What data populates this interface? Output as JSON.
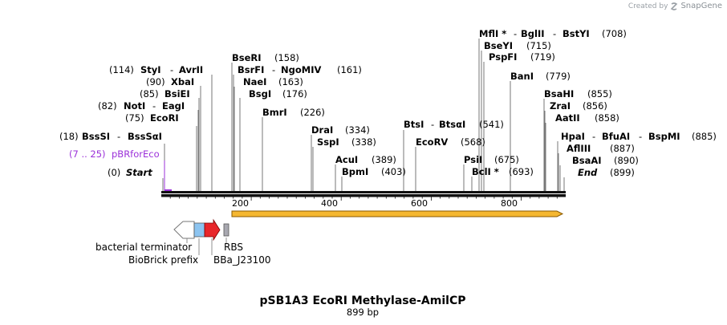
{
  "credit": {
    "prefix": "Created by",
    "brand": "SnapGene"
  },
  "map": {
    "title": "pSB1A3 EcoRI Methylase-AmilCP",
    "subtitle": "899 bp",
    "total_bp": 899,
    "ticks": [
      "200",
      "400",
      "600",
      "800"
    ]
  },
  "enzymes": [
    {
      "label": "Start",
      "pos": "(0)",
      "italic": true
    },
    {
      "label": "BssSI",
      "label2": "BssSαI",
      "pos": "(18)"
    },
    {
      "label": "EcoRI",
      "pos": "(75)"
    },
    {
      "label": "NotI",
      "label2": "EagI",
      "pos": "(82)"
    },
    {
      "label": "BsiEI",
      "pos": "(85)"
    },
    {
      "label": "XbaI",
      "pos": "(90)"
    },
    {
      "label": "StyI",
      "label2": "AvrII",
      "pos": "(114)"
    },
    {
      "label": "BseRI",
      "pos": "(158)"
    },
    {
      "label": "BsrFI",
      "label2": "NgoMIV",
      "pos": "(161)"
    },
    {
      "label": "NaeI",
      "pos": "(163)"
    },
    {
      "label": "BsgI",
      "pos": "(176)"
    },
    {
      "label": "BmrI",
      "pos": "(226)"
    },
    {
      "label": "DraI",
      "pos": "(334)"
    },
    {
      "label": "SspI",
      "pos": "(338)"
    },
    {
      "label": "AcuI",
      "pos": "(389)"
    },
    {
      "label": "BpmI",
      "pos": "(403)"
    },
    {
      "label": "BtsI",
      "label2": "BtsαI",
      "pos": "(541)"
    },
    {
      "label": "EcoRV",
      "pos": "(568)"
    },
    {
      "label": "PsiI",
      "pos": "(675)"
    },
    {
      "label": "BclI *",
      "pos": "(693)"
    },
    {
      "label": "MflI *",
      "label2": "BglII",
      "label3": "BstYI",
      "pos": "(708)"
    },
    {
      "label": "BseYI",
      "pos": "(715)"
    },
    {
      "label": "PspFI",
      "pos": "(719)"
    },
    {
      "label": "BanI",
      "pos": "(779)"
    },
    {
      "label": "BsaHI",
      "pos": "(855)"
    },
    {
      "label": "ZraI",
      "pos": "(856)"
    },
    {
      "label": "AatII",
      "pos": "(858)"
    },
    {
      "label": "HpaI",
      "label2": "BfuAI",
      "label3": "BspMI",
      "pos": "(885)"
    },
    {
      "label": "AflIII",
      "pos": "(887)"
    },
    {
      "label": "BsaAI",
      "pos": "(890)"
    },
    {
      "label": "End",
      "pos": "(899)",
      "italic": true
    }
  ],
  "primer": {
    "range": "(7 .. 25)",
    "name": "pBRforEco"
  },
  "features": {
    "terminator": "bacterial terminator",
    "prefix": "BioBrick prefix",
    "rbs": "RBS",
    "promoter": "BBa_J23100"
  },
  "colors": {
    "orf_fill": "#f5b731",
    "orf_stroke": "#8a5a00",
    "primer": "#9b30d9",
    "cds_red": "#e8262a",
    "prefix_blue": "#8cc4f0",
    "rbs_gray": "#a8a8b0"
  }
}
